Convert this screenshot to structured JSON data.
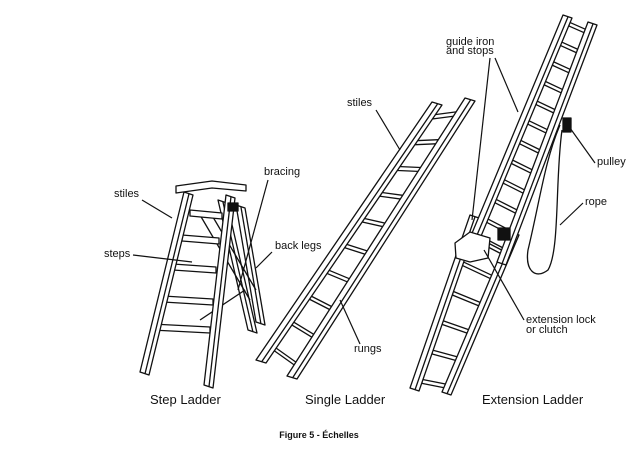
{
  "labels": {
    "step_stiles": "stiles",
    "steps": "steps",
    "bracing": "bracing",
    "back_legs": "back legs",
    "single_stiles": "stiles",
    "rungs": "rungs",
    "guide_iron_1": "guide iron",
    "guide_iron_2": "and stops",
    "pulley": "pulley",
    "rope": "rope",
    "ext_lock_1": "extension lock",
    "ext_lock_2": "or clutch"
  },
  "captions": {
    "step": "Step Ladder",
    "single": "Single Ladder",
    "extension": "Extension Ladder"
  },
  "figure_caption": "Figure 5 - Échelles"
}
